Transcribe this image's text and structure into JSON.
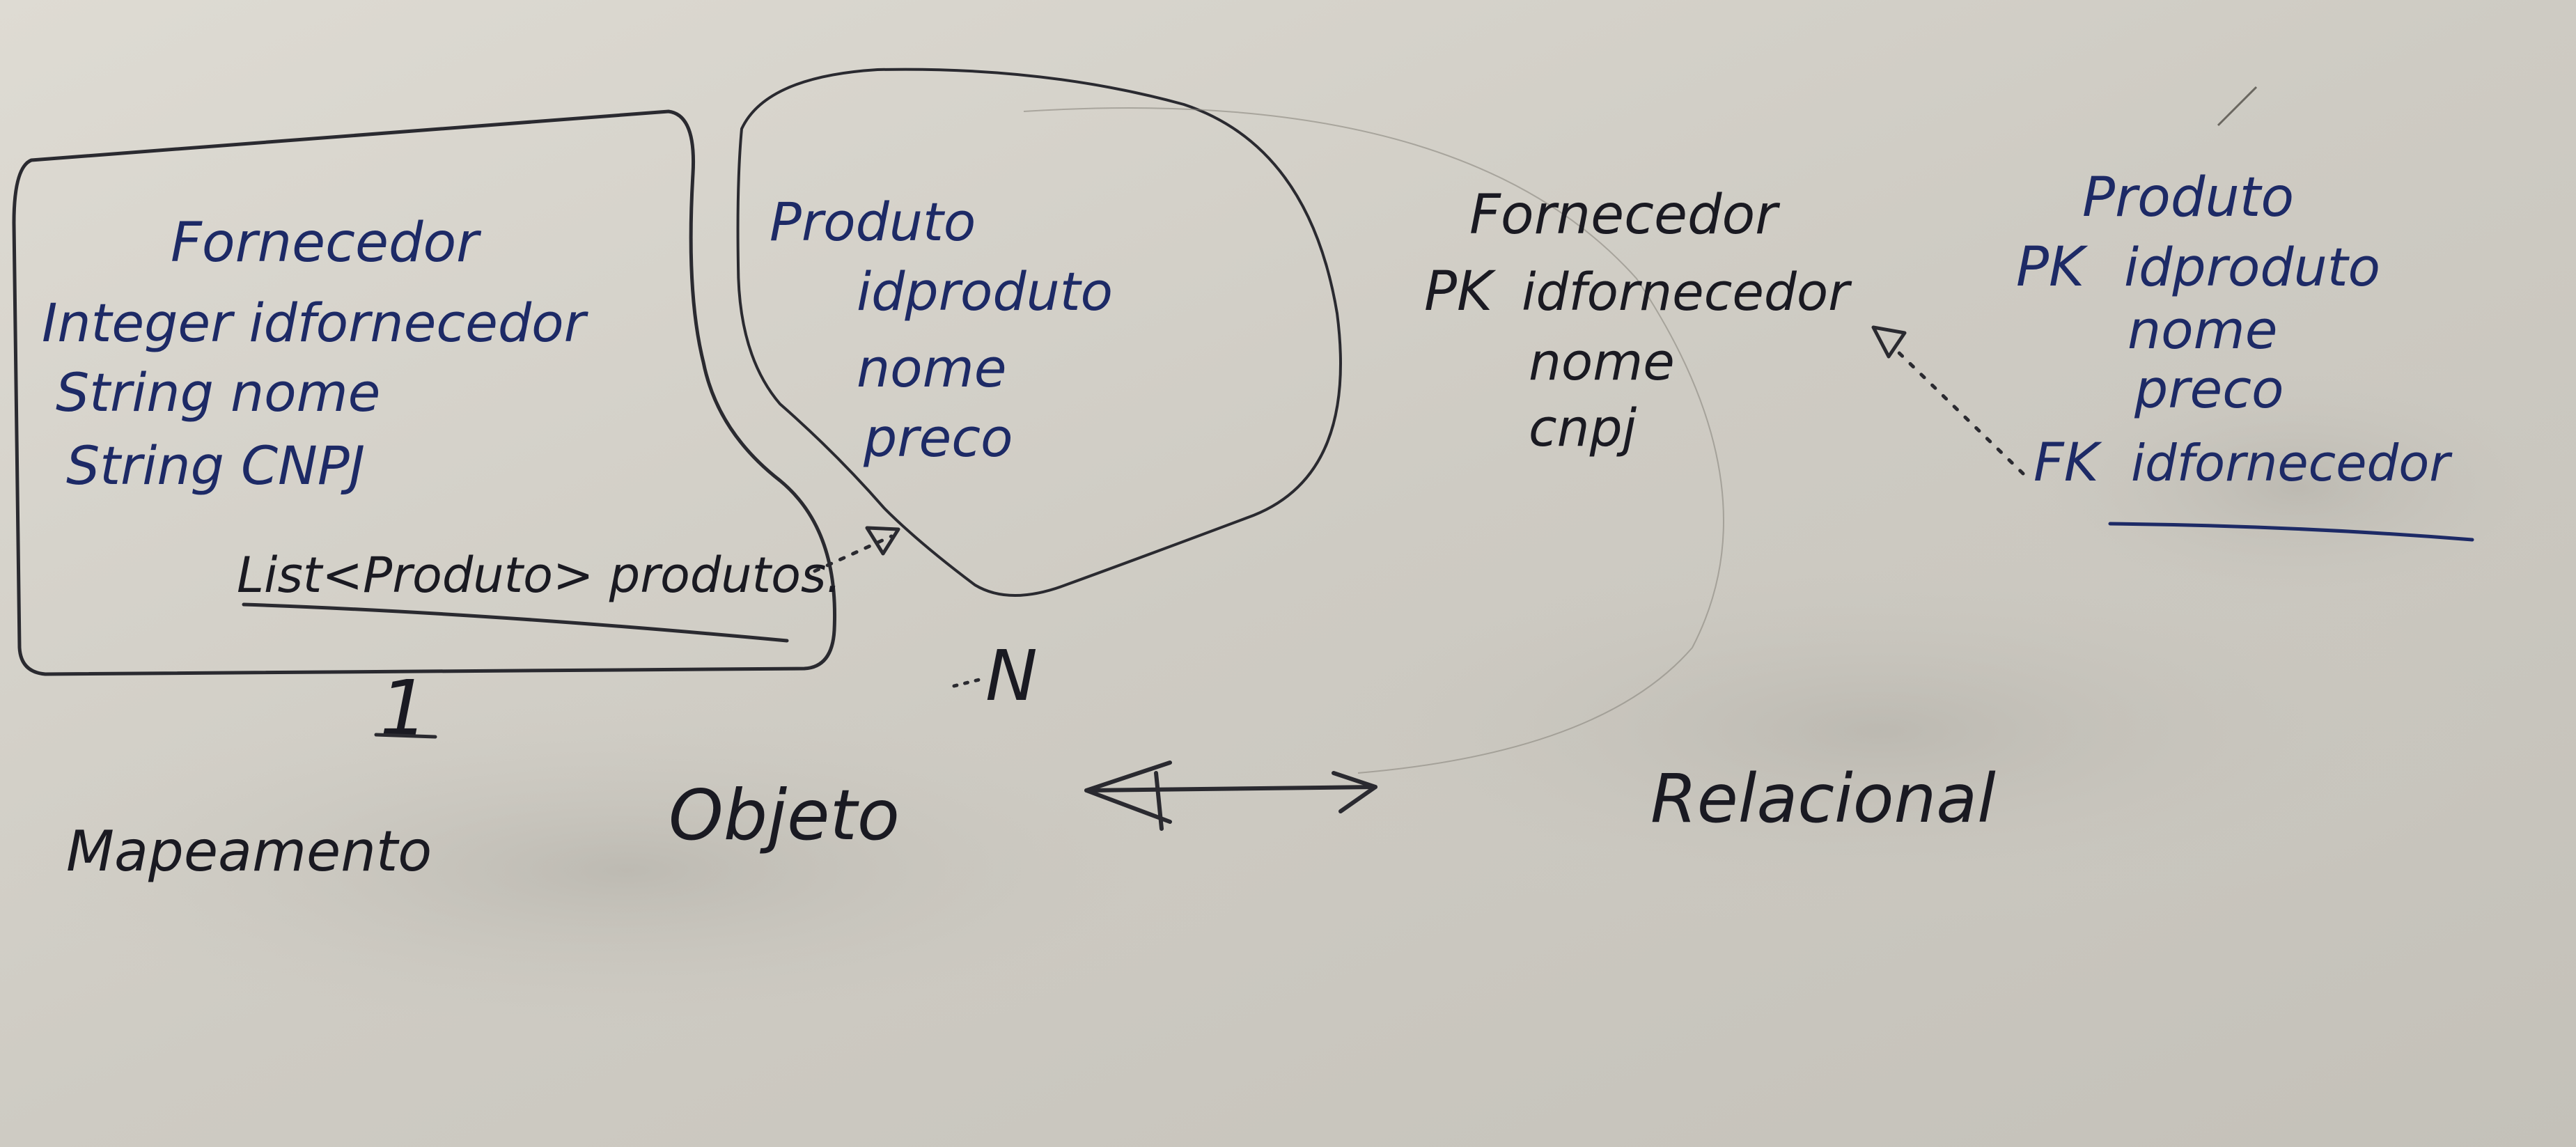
{
  "object_model": {
    "fornecedor_class": {
      "title": "Fornecedor",
      "fields": [
        "Integer idfornecedor",
        "String nome",
        "String CNPJ"
      ],
      "list_field": "List<Produto> produtos."
    },
    "produto_class": {
      "title": "Produto",
      "fields": [
        "idproduto",
        "nome",
        "preco"
      ]
    },
    "multiplicity_one": "1",
    "multiplicity_many": "N"
  },
  "relational_model": {
    "fornecedor_table": {
      "title": "Fornecedor",
      "pk": "PK",
      "pk_field": "idfornecedor",
      "fields": [
        "nome",
        "cnpj"
      ]
    },
    "produto_table": {
      "title": "Produto",
      "pk": "PK",
      "pk_field": "idproduto",
      "fields": [
        "nome",
        "preco"
      ],
      "fk": "FK",
      "fk_field": "idfornecedor"
    }
  },
  "caption": {
    "mapeamento": "Mapeamento",
    "objeto": "Objeto",
    "relacional": "Relacional"
  },
  "colors": {
    "board": "#cfccc4",
    "blue_marker": "#1d2a66",
    "black_marker": "#1a1a22"
  }
}
